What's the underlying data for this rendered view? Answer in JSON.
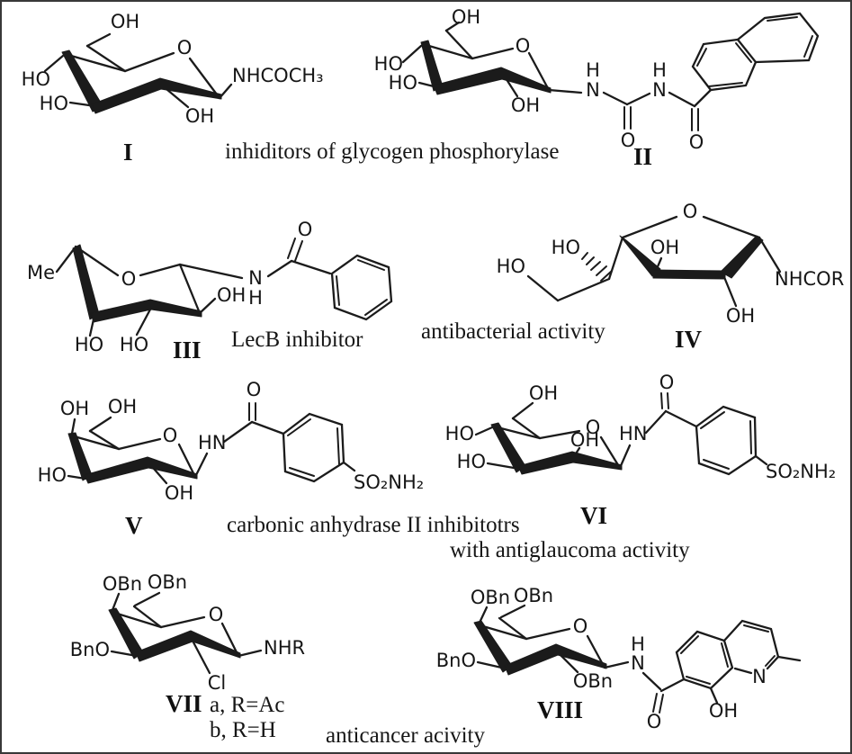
{
  "palette": {
    "ink": "#1b1b1b",
    "background": "#ffffff",
    "border": "#383838"
  },
  "atoms": {
    "OH": "OH",
    "HO": "HO",
    "O": "O",
    "N": "N",
    "H": "H",
    "HN": "HN",
    "Me": "Me",
    "Cl": "Cl",
    "NHR": "NHR",
    "NHCOR": "NHCOR",
    "OBn": "OBn",
    "BnO": "BnO",
    "NHCOCH3": "NHCOCH₃",
    "SO2NH2": "SO₂NH₂"
  },
  "compounds": [
    {
      "numeral": "I"
    },
    {
      "numeral": "II"
    },
    {
      "numeral": "III"
    },
    {
      "numeral": "IV"
    },
    {
      "numeral": "V"
    },
    {
      "numeral": "VI"
    },
    {
      "numeral": "VII"
    },
    {
      "numeral": "VIII"
    }
  ],
  "captions": {
    "glycogen": "inhiditors of glycogen phosphorylase",
    "lecb": "LecB inhibitor",
    "antibacterial": "antibacterial activity",
    "carbonic_line1": "carbonic anhydrase II inhibitotrs",
    "carbonic_line2": "with antiglaucoma activity",
    "vii_a": "a, R=Ac",
    "vii_b": "b, R=H",
    "anticancer": "anticancer acivity"
  }
}
